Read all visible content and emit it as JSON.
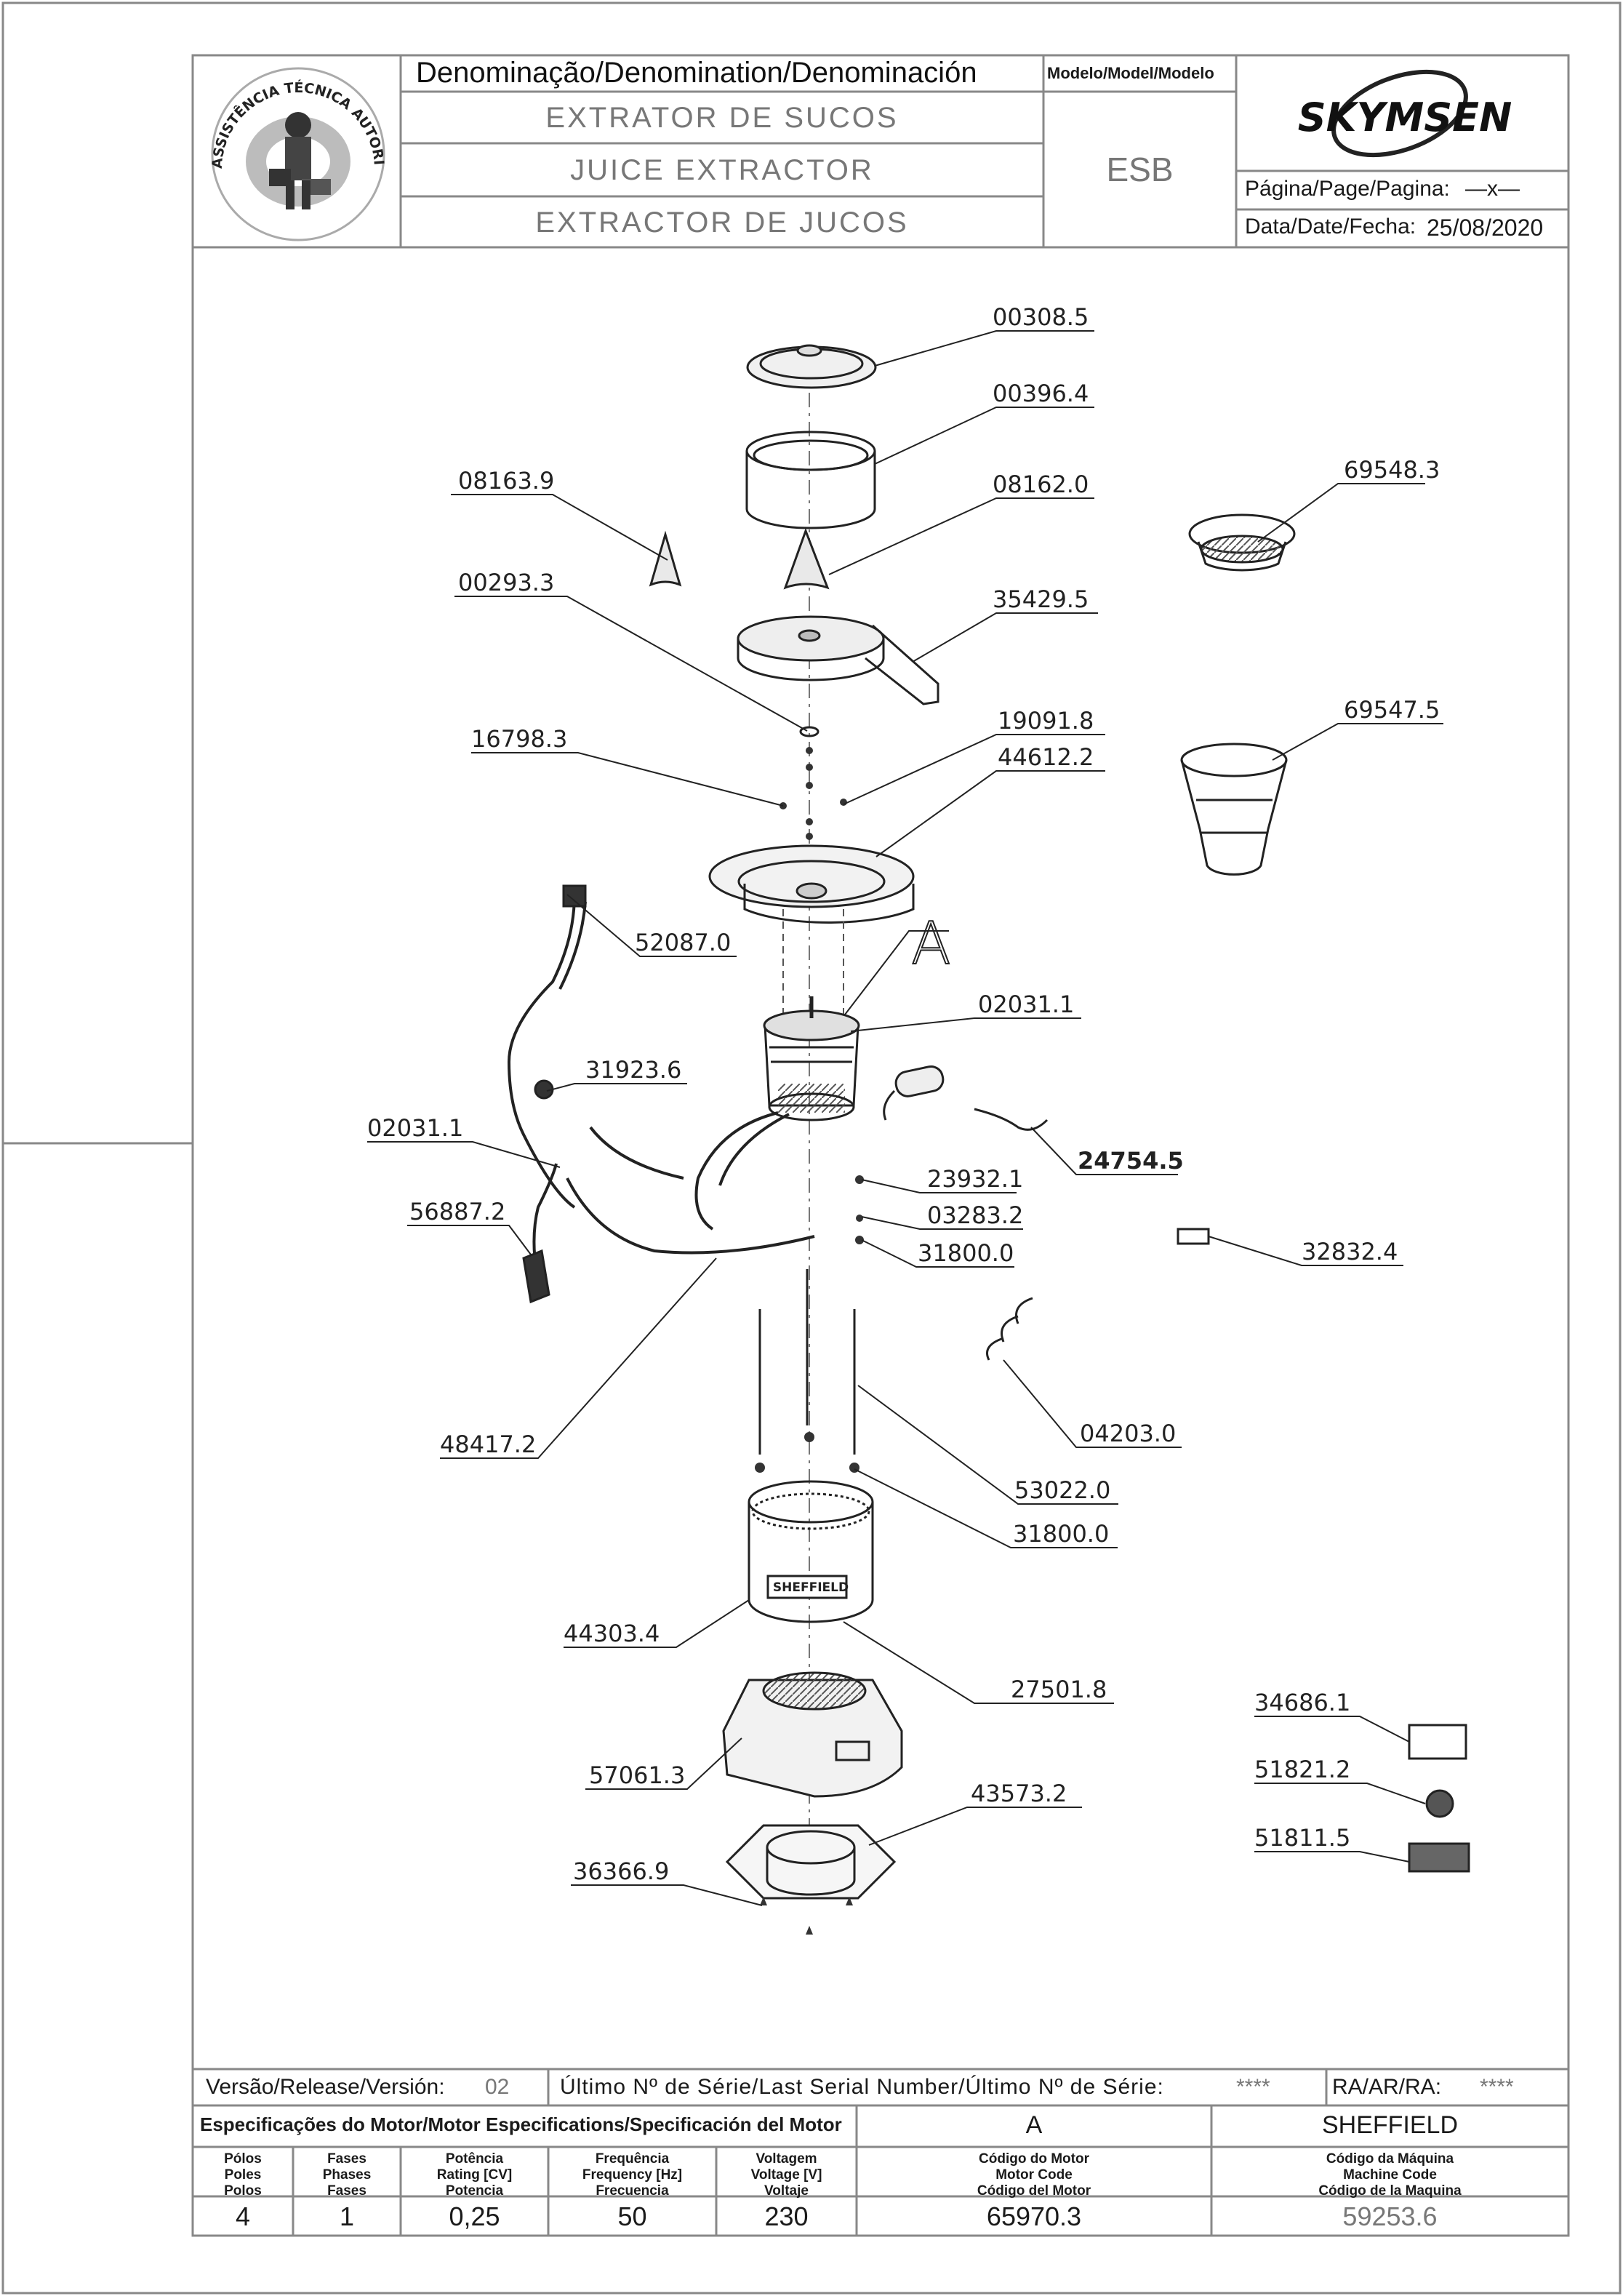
{
  "header": {
    "denomination_label": "Denominação/Denomination/Denominación",
    "model_label": "Modelo/Model/Modelo",
    "names": [
      "EXTRATOR DE SUCOS",
      "JUICE EXTRACTOR",
      "EXTRACTOR DE JUCOS"
    ],
    "model": "ESB",
    "brand": "SKYMSEN",
    "page_label": "Página/Page/Pagina:",
    "page_value": "—x—",
    "date_label": "Data/Date/Fecha:",
    "date_value": "25/08/2020",
    "seal_text": "ASSISTÊNCIA TÉCNICA AUTORIZADA"
  },
  "parts": [
    "00308.5",
    "00396.4",
    "08163.9",
    "08162.0",
    "69548.3",
    "00293.3",
    "35429.5",
    "69547.5",
    "19091.8",
    "16798.3",
    "44612.2",
    "A",
    "52087.0",
    "02031.1",
    "31923.6",
    "02031.1",
    "24754.5",
    "23932.1",
    "56887.2",
    "03283.2",
    "31800.0",
    "32832.4",
    "48417.2",
    "04203.0",
    "53022.0",
    "31800.0",
    "44303.4",
    "27501.8",
    "34686.1",
    "51821.2",
    "57061.3",
    "43573.2",
    "51811.5",
    "36366.9"
  ],
  "motor_brand_label": "SHEFFIELD",
  "footer": {
    "version_label": "Versão/Release/Versión:",
    "version_value": "02",
    "serial_label": "Último Nº de Série/Last Serial Number/Último Nº de Série:",
    "serial_value": "****",
    "ra_label": "RA/AR/RA:",
    "ra_value": "****",
    "spec_label": "Especificações do Motor/Motor Especifications/Specificación del Motor",
    "motor_variant": "A",
    "motor_brand": "SHEFFIELD",
    "columns": [
      {
        "label": [
          "Pólos",
          "Poles",
          "Polos"
        ],
        "value": "4"
      },
      {
        "label": [
          "Fases",
          "Phases",
          "Fases"
        ],
        "value": "1"
      },
      {
        "label": [
          "Potência",
          "Rating [CV]",
          "Potencia"
        ],
        "value": "0,25"
      },
      {
        "label": [
          "Frequência",
          "Frequency [Hz]",
          "Frecuencia"
        ],
        "value": "50"
      },
      {
        "label": [
          "Voltagem",
          "Voltage [V]",
          "Voltaje"
        ],
        "value": "230"
      },
      {
        "label": [
          "Código do Motor",
          "Motor Code",
          "Código del Motor"
        ],
        "value": "65970.3"
      },
      {
        "label": [
          "Código da Máquina",
          "Machine Code",
          "Código de la Maquina"
        ],
        "value": "59253.6"
      }
    ]
  }
}
